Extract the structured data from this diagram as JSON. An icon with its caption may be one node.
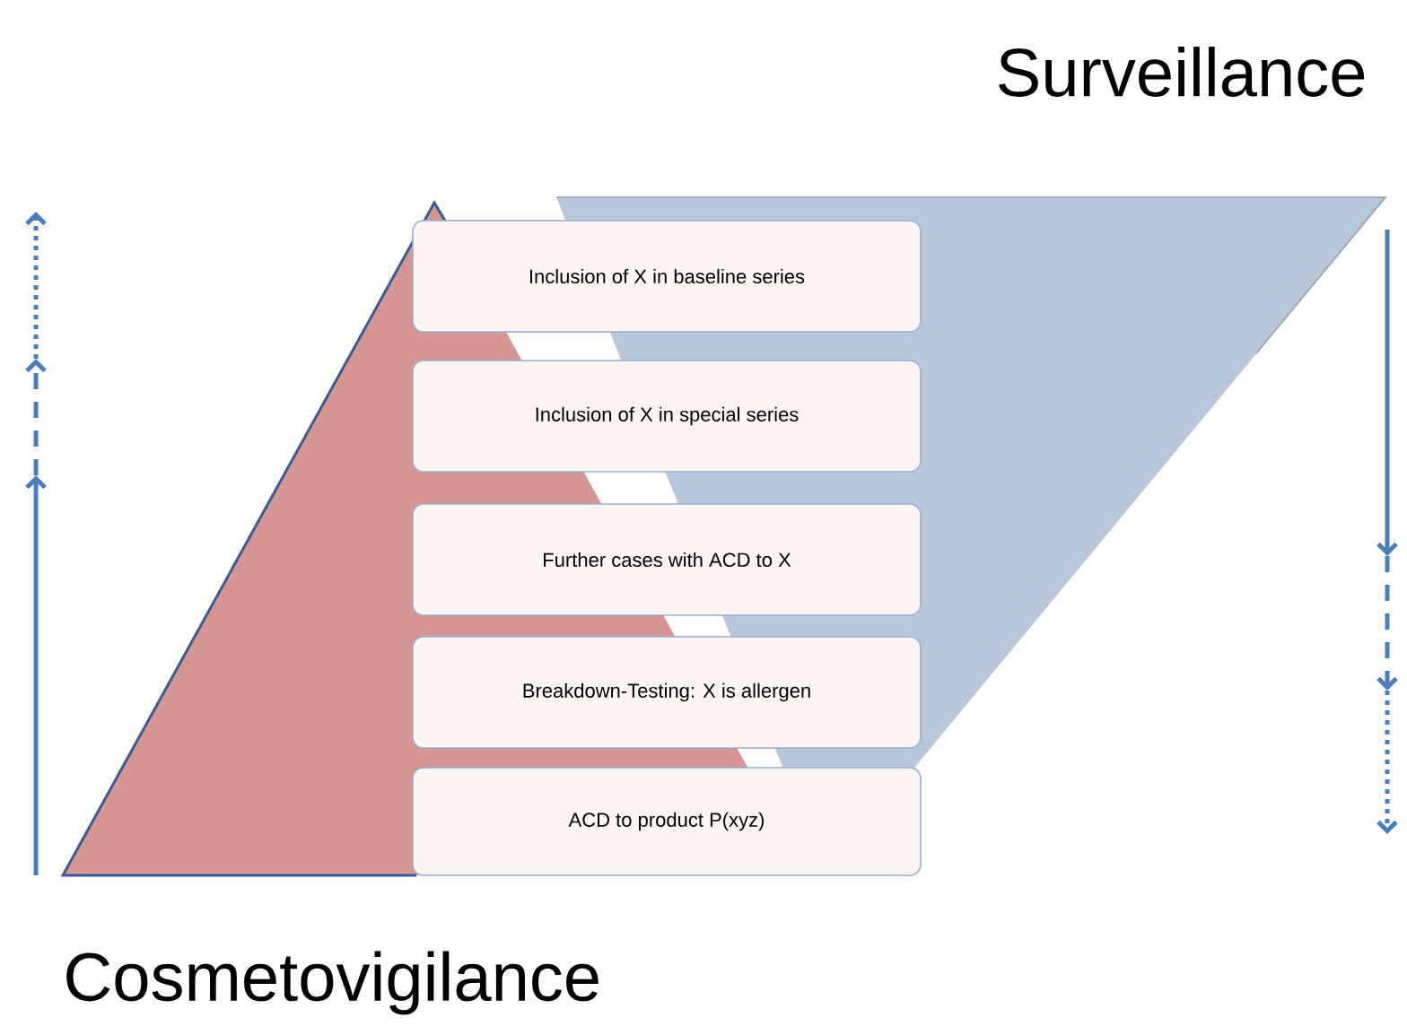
{
  "diagram": {
    "nodes": [
      {
        "text": [
          "Inclusion of X in baseline series"
        ]
      },
      {
        "text": [
          "Inclusion of X in special series"
        ]
      },
      {
        "text": [
          "Further cases with ACD to X"
        ]
      },
      {
        "text": [
          "Breakdown-Testing:  X is allergen"
        ]
      },
      {
        "text": [
          "ACD to product P(xyz)"
        ]
      }
    ],
    "labels": [
      "Surveillance",
      "Cosmetovigilance"
    ]
  }
}
